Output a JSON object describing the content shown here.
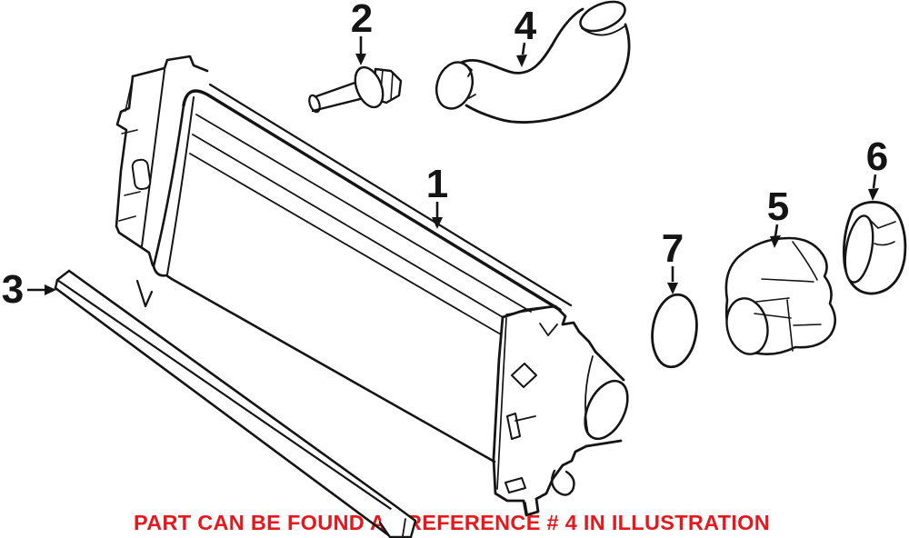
{
  "caption": {
    "text": "PART CAN BE FOUND AS REFERENCE # 4 IN ILLUSTRATION",
    "color": "#e4181d"
  },
  "part_labels": [
    "1",
    "2",
    "3",
    "4",
    "5",
    "6",
    "7"
  ],
  "colors": {
    "line": "#141414",
    "background": "#ffffff",
    "caption_red": "#e4181d"
  }
}
